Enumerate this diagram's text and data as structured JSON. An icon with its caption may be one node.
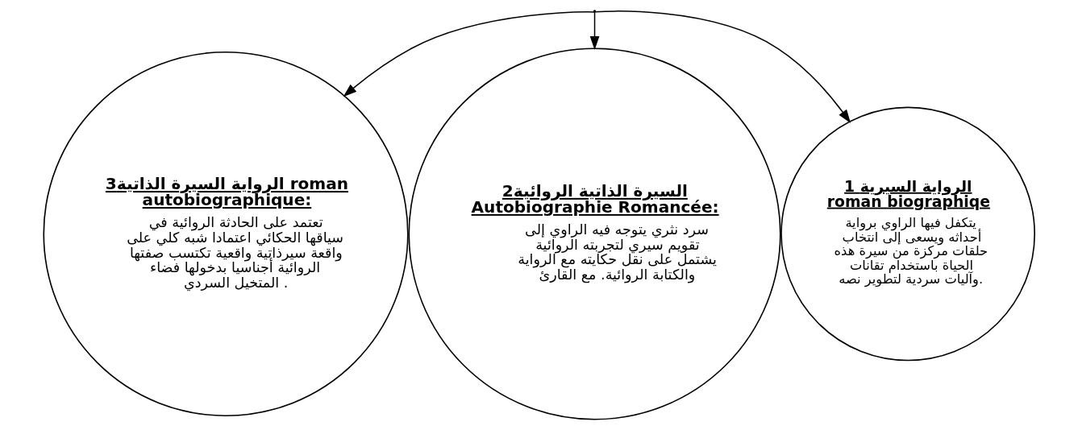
{
  "diagram": {
    "nodes": [
      {
        "text": [],
        "shape": "point"
      },
      {
        "text": [
          "1 الرواية السيرية roman biographiqe",
          "يتكفل فيها الراوي برواية أحداثه ويسعى إلى انتخاب حلقات مركزة من سيرة هذه الحياة باستخدام تقانات وآليات سردية لتطوير نصه."
        ]
      },
      {
        "text": [
          "2السيرة الذاتية الروائية Autobiographie Romancée:",
          "سرد نثري يتوجه فيه الراوي إلى تقويم سيري لتجربته الروائية يشتمل على نقل حكايته مع الرواية والكتابة الروائية. مع القارئ"
        ]
      },
      {
        "text": [
          "3الرواية السيرة الذاتية roman autobiographique:",
          "تعتمد على الحادثة الروائية في سياقها الحكائي اعتمادا شبه كلي على واقعة سيرذاتية واقعية تكتسب صفتها الروائية أجناسيا بدخولها فضاء المتخيل السردي ."
        ]
      }
    ],
    "edges": [
      {
        "from": 0,
        "to": 1,
        "arrow": "to"
      },
      {
        "from": 0,
        "to": 2,
        "arrow": "to"
      },
      {
        "from": 0,
        "to": 3,
        "arrow": "to"
      }
    ]
  }
}
